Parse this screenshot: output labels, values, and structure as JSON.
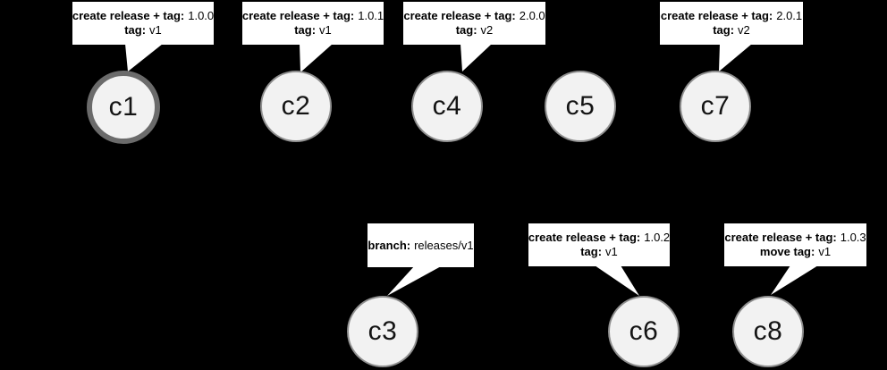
{
  "diagram": {
    "type": "git-commit-graph",
    "colors": {
      "background": "#000000",
      "callout_bg": "#ffffff",
      "node_fill": "#f2f2f2",
      "node_border": "#8f8f8f",
      "head_node_ring": "#6b6b6b",
      "text": "#000000"
    }
  },
  "nodes": [
    {
      "id": "c1",
      "label": "c1"
    },
    {
      "id": "c2",
      "label": "c2"
    },
    {
      "id": "c3",
      "label": "c3"
    },
    {
      "id": "c4",
      "label": "c4"
    },
    {
      "id": "c5",
      "label": "c5"
    },
    {
      "id": "c6",
      "label": "c6"
    },
    {
      "id": "c7",
      "label": "c7"
    },
    {
      "id": "c8",
      "label": "c8"
    }
  ],
  "callouts": [
    {
      "target": "c1",
      "lines": [
        {
          "label": "create release + tag:",
          "value": "1.0.0"
        },
        {
          "label": "tag:",
          "value": "v1"
        }
      ]
    },
    {
      "target": "c2",
      "lines": [
        {
          "label": "create release + tag:",
          "value": "1.0.1"
        },
        {
          "label": "tag:",
          "value": "v1"
        }
      ]
    },
    {
      "target": "c4",
      "lines": [
        {
          "label": "create release + tag:",
          "value": "2.0.0"
        },
        {
          "label": "tag:",
          "value": "v2"
        }
      ]
    },
    {
      "target": "c7",
      "lines": [
        {
          "label": "create release + tag:",
          "value": "2.0.1"
        },
        {
          "label": "tag:",
          "value": "v2"
        }
      ]
    },
    {
      "target": "c3",
      "lines": [
        {
          "label": "branch:",
          "value": "releases/v1"
        }
      ]
    },
    {
      "target": "c6",
      "lines": [
        {
          "label": "create release + tag:",
          "value": "1.0.2"
        },
        {
          "label": "tag:",
          "value": "v1"
        }
      ]
    },
    {
      "target": "c8",
      "lines": [
        {
          "label": "create release + tag:",
          "value": "1.0.3"
        },
        {
          "label": "move tag:",
          "value": "v1"
        }
      ]
    }
  ]
}
